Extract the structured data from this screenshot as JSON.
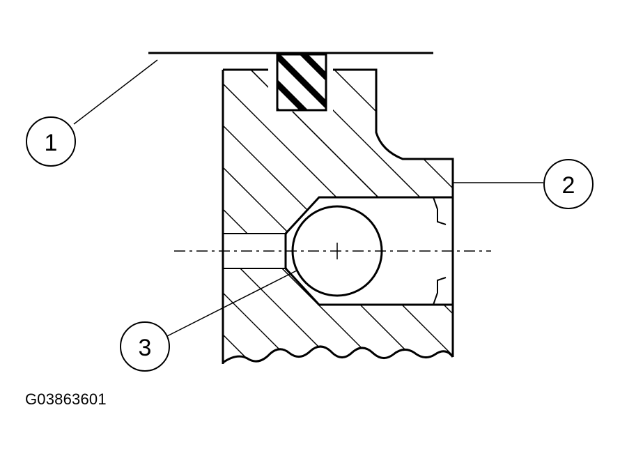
{
  "figure": {
    "id_label": "G03863601",
    "line_color": "#000000",
    "background": "#ffffff",
    "callouts": [
      {
        "number": "1"
      },
      {
        "number": "2"
      },
      {
        "number": "3"
      }
    ]
  }
}
